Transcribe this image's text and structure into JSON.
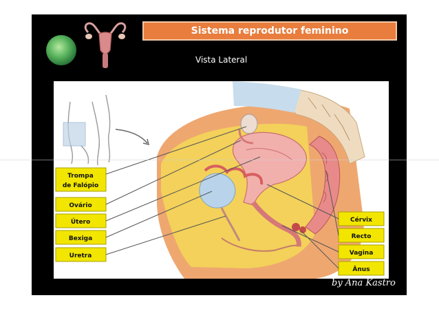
{
  "title": "Sistema reprodutor feminino",
  "subtitle": "Vista Lateral",
  "signature": "by Ana Kastro",
  "labels": {
    "trompa_line1": "Trompa",
    "trompa_line2": "de Falópio",
    "ovario": "Ovário",
    "utero": "Útero",
    "bexiga": "Bexiga",
    "uretra": "Uretra",
    "cervix": "Cérvix",
    "recto": "Recto",
    "vagina": "Vagina",
    "anus": "Ânus"
  },
  "colors": {
    "title_background": "#e87d3e",
    "label_background": "#f2e600",
    "label_border": "#a8a000",
    "slide_background": "#000000"
  },
  "icons": [
    "egg-cell-icon",
    "uterus-icon"
  ]
}
